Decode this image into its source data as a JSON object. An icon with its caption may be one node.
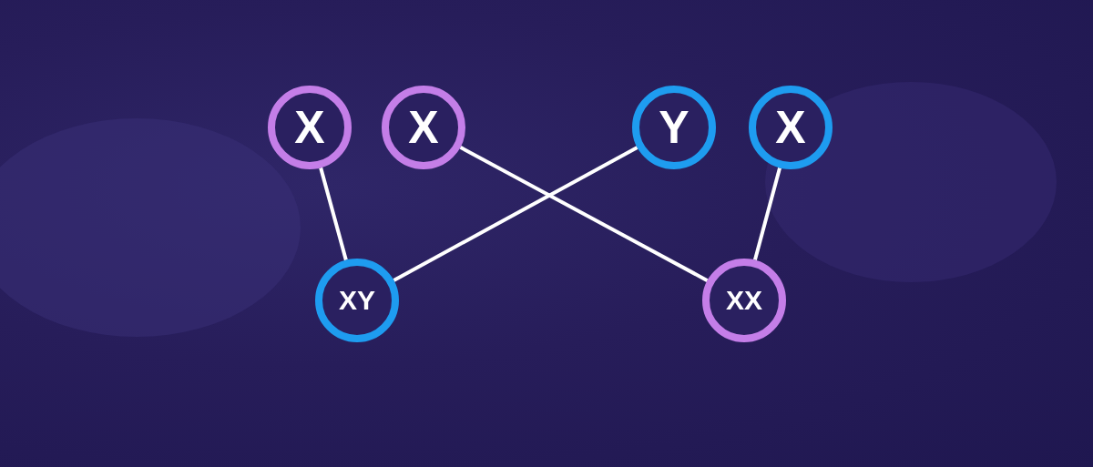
{
  "diagram": {
    "nodes": [
      {
        "text": [
          "X"
        ]
      },
      {
        "text": [
          "X"
        ]
      },
      {
        "text": [
          "Y"
        ]
      },
      {
        "text": [
          "X"
        ]
      },
      {
        "text": [
          "XY"
        ]
      },
      {
        "text": [
          "XX"
        ]
      }
    ],
    "edges": [
      {
        "from": 0,
        "to": 4,
        "arrow": "none"
      },
      {
        "from": 1,
        "to": 5,
        "arrow": "none"
      },
      {
        "from": 2,
        "to": 4,
        "arrow": "none"
      },
      {
        "from": 3,
        "to": 5,
        "arrow": "none"
      }
    ]
  }
}
